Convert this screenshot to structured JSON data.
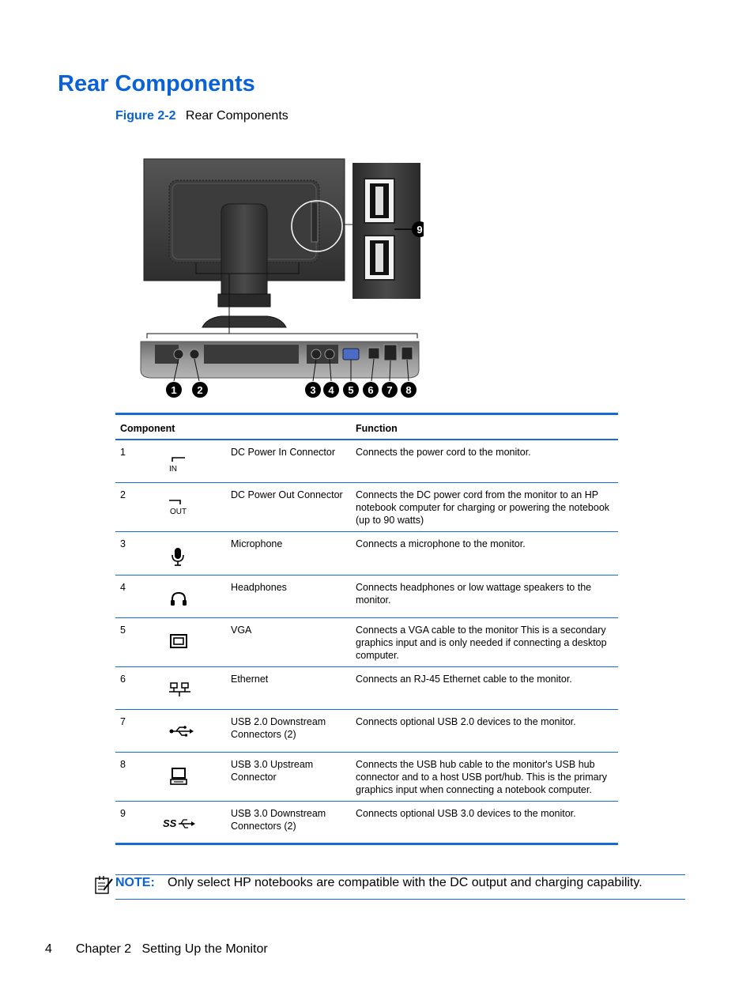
{
  "heading": "Rear Components",
  "figure": {
    "number": "Figure 2-2",
    "caption": "Rear Components"
  },
  "callouts": [
    "1",
    "2",
    "3",
    "4",
    "5",
    "6",
    "7",
    "8",
    "9"
  ],
  "table": {
    "headers": {
      "component": "Component",
      "function": "Function"
    },
    "rows": [
      {
        "num": "1",
        "icon": "dc-in-icon",
        "icon_text": "IN",
        "name": "DC Power In Connector",
        "func": "Connects the power cord to the monitor."
      },
      {
        "num": "2",
        "icon": "dc-out-icon",
        "icon_text": "OUT",
        "name": "DC Power Out Connector",
        "func": "Connects the DC power cord from the monitor to an HP notebook computer for charging or powering the notebook (up to 90 watts)"
      },
      {
        "num": "3",
        "icon": "microphone-icon",
        "name": "Microphone",
        "func": "Connects a microphone to the monitor."
      },
      {
        "num": "4",
        "icon": "headphones-icon",
        "name": "Headphones",
        "func": "Connects headphones or low wattage speakers to the monitor."
      },
      {
        "num": "5",
        "icon": "vga-icon",
        "name": "VGA",
        "func": "Connects a VGA cable to the monitor This is a secondary graphics input and is only needed if connecting a desktop computer."
      },
      {
        "num": "6",
        "icon": "ethernet-icon",
        "name": "Ethernet",
        "func": "Connects an RJ-45 Ethernet cable to the monitor."
      },
      {
        "num": "7",
        "icon": "usb-icon",
        "name": "USB 2.0 Downstream Connectors (2)",
        "func": "Connects optional USB 2.0 devices to the monitor."
      },
      {
        "num": "8",
        "icon": "usb-upstream-icon",
        "name": "USB 3.0 Upstream Connector",
        "func": "Connects the USB hub cable to the monitor's USB hub connector and to a host USB port/hub. This is the primary graphics input when connecting a notebook computer."
      },
      {
        "num": "9",
        "icon": "usb-superspeed-icon",
        "icon_text": "SS",
        "name": "USB 3.0 Downstream Connectors (2)",
        "func": "Connects optional USB 3.0 devices to the monitor."
      }
    ]
  },
  "note": {
    "label": "NOTE:",
    "text": "Only select HP notebooks are compatible with the DC output and charging capability."
  },
  "footer": {
    "page": "4",
    "chapter": "Chapter 2   Setting Up the Monitor"
  },
  "colors": {
    "accent": "#0a62d6",
    "rule": "#1a6ad6"
  }
}
